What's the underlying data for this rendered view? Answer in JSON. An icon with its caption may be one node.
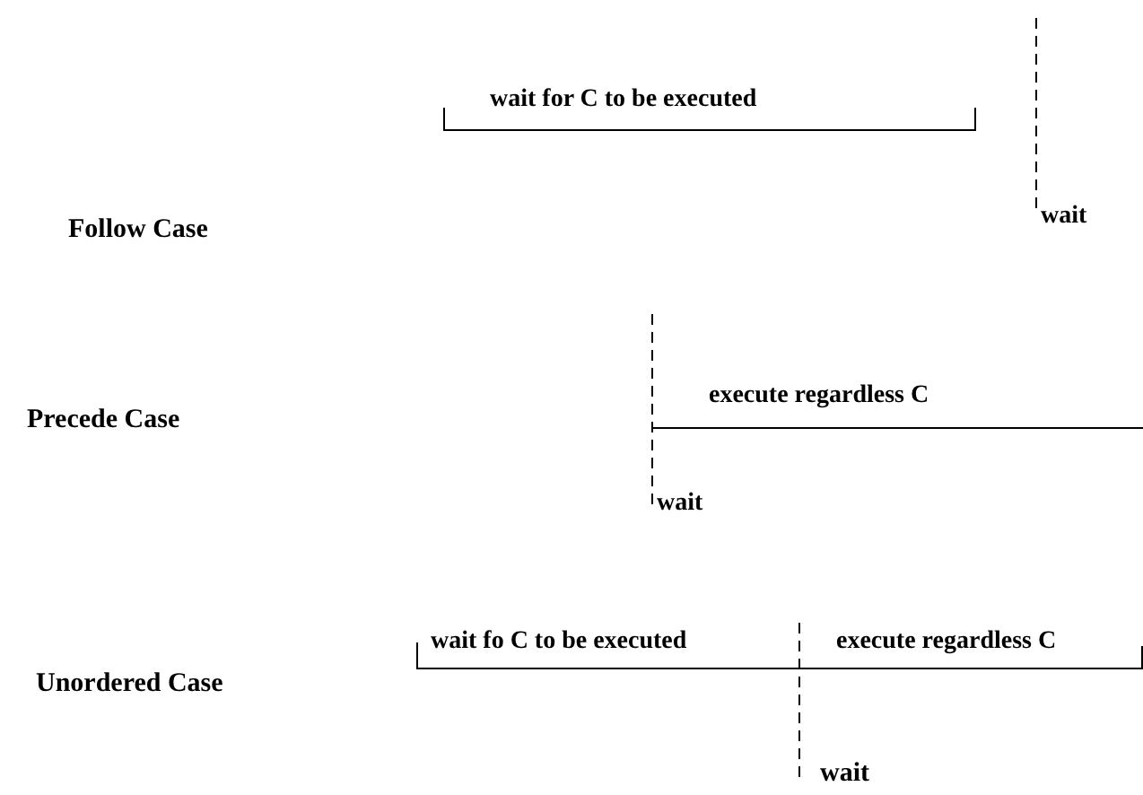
{
  "diagram": {
    "labels": [
      "Follow Case",
      "wait for C to be executed",
      "wait",
      "Precede Case",
      "execute regardless C",
      "wait",
      "Unordered Case",
      "wait fo C to be executed",
      "execute regardless C",
      "wait"
    ]
  }
}
